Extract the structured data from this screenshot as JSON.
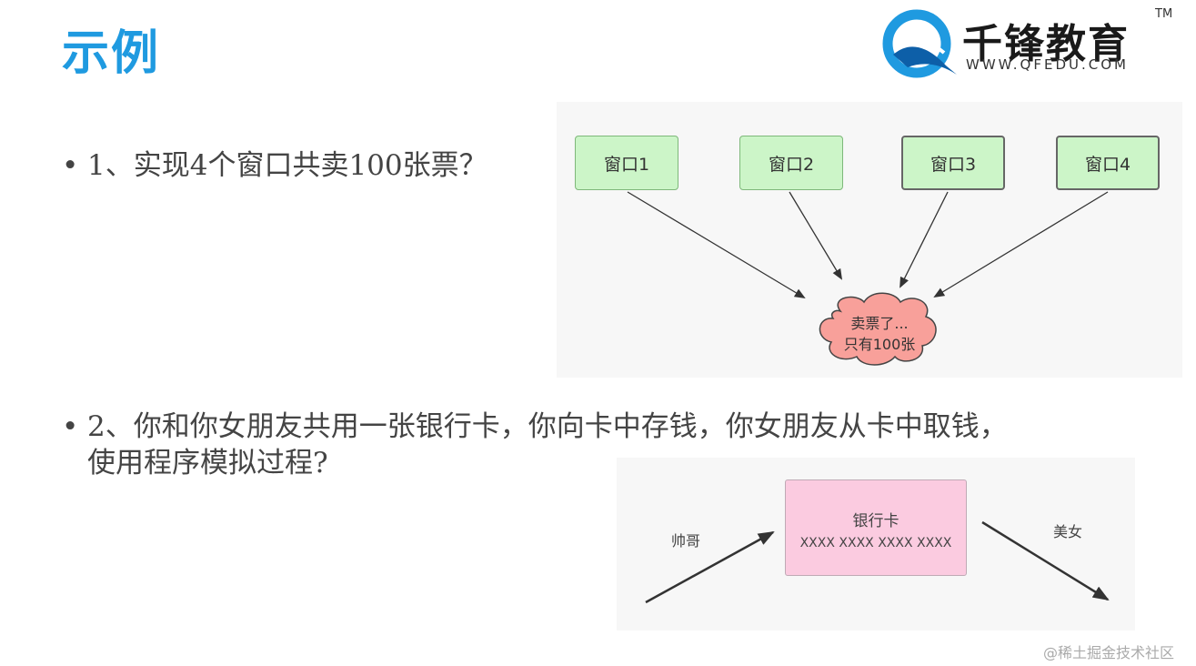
{
  "title": "示例",
  "logo": {
    "name": "千锋教育",
    "url": "WWW.QFEDU.COM",
    "tm": "TM",
    "colors": {
      "primary": "#1f9ae0",
      "secondary": "#0d5fa8"
    }
  },
  "bullets": [
    {
      "dot": "•",
      "text": "1、实现4个窗口共卖100张票？"
    },
    {
      "dot": "•",
      "lines": [
        "2、你和你女朋友共用一张银行卡，你向卡中存钱，你女朋友从卡中取钱，",
        "使用程序模拟过程?"
      ]
    }
  ],
  "diagram1": {
    "windows": [
      "窗口1",
      "窗口2",
      "窗口3",
      "窗口4"
    ],
    "cloud": {
      "line1": "卖票了...",
      "line2": "只有100张"
    },
    "colors": {
      "window_fill": "#ccf5c8",
      "cloud_fill": "#f8a09a"
    }
  },
  "diagram2": {
    "card": {
      "name": "银行卡",
      "number": "XXXX XXXX XXXX XXXX"
    },
    "left_person": "帅哥",
    "right_person": "美女",
    "colors": {
      "card_fill": "#fbcbe0"
    }
  },
  "watermark": "@稀土掘金技术社区"
}
